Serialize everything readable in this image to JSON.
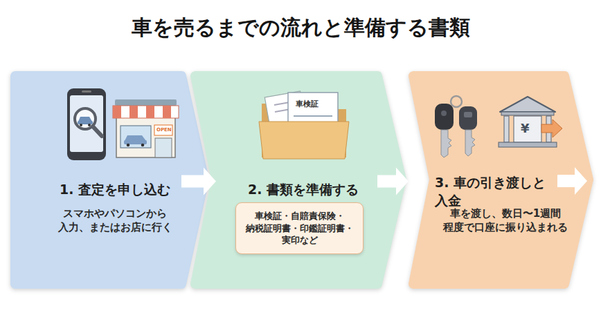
{
  "diagram": {
    "title": "車を売るまでの流れと準備する書類",
    "nodes": [
      {
        "text": [
          "1. 査定を申し込む",
          "スマホやパソコンから 入力、またはお店に行く"
        ]
      },
      {
        "text": [
          "2. 書類を準備する"
        ]
      },
      {
        "text": [
          "車検証・自賠責保険・ 納税証明書・印鑑証明書・ 実印など"
        ],
        "in": 1
      },
      {
        "text": [
          "3. 車の引き渡しと 入金",
          "車を渡し、数日〜1週間 程度で口座に振り込まれる"
        ]
      }
    ],
    "edges": [
      {
        "from": 0,
        "to": 1,
        "arrow": "to"
      },
      {
        "from": 1,
        "to": 3,
        "arrow": "to"
      }
    ],
    "labels": [
      "OPEN",
      "車検証",
      "¥"
    ]
  }
}
